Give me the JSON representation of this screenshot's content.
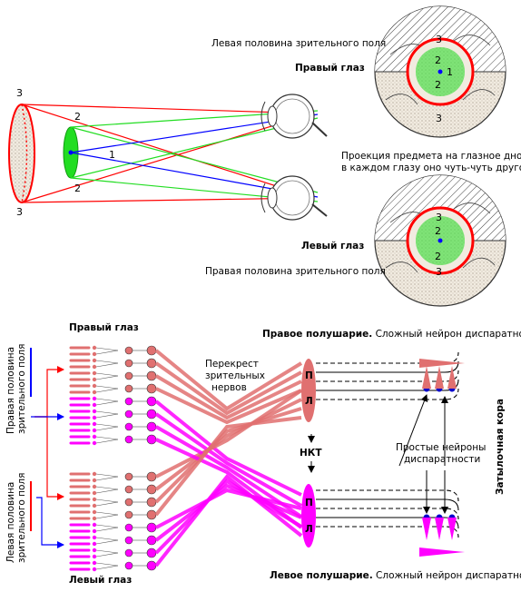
{
  "top": {
    "left_field_half": "Левая половина зрительного поля",
    "right_eye": "Правый глаз",
    "projection_line1": "Проекция предмета на глазное дно:",
    "projection_line2": "в каждом глазу оно чуть-чуть другое",
    "left_eye": "Левый глаз",
    "right_field_half": "Правая половина зрительного поля",
    "n3": "3",
    "n2": "2",
    "n1": "1"
  },
  "bottom": {
    "right_eye": "Правый глаз",
    "left_eye": "Левый глаз",
    "chiasm_line1": "Перекрест",
    "chiasm_line2": "зрительных",
    "chiasm_line3": "нервов",
    "right_hemi_bold": "Правое полушарие.",
    "right_hemi_rest": " Сложный нейрон диспаратности",
    "left_hemi_bold": "Левое полушарие.",
    "left_hemi_rest": " Сложный нейрон диспаратности",
    "lgn": "НКТ",
    "simple_line1": "Простые нейроны",
    "simple_line2": "диспаратности",
    "occipital": "Затылочная  кора",
    "right_field_rot1": "Правая  половина",
    "right_field_rot2": "зрительного поля",
    "left_field_rot1": "Левая  половина",
    "left_field_rot2": "зрительного поля",
    "layer_p": "П",
    "layer_l": "Л"
  },
  "colors": {
    "red": "#ff0000",
    "green": "#22dd22",
    "blue": "#0000ff",
    "salmon": "#e07070",
    "magenta": "#ff00ff",
    "navy": "#0000cc"
  }
}
